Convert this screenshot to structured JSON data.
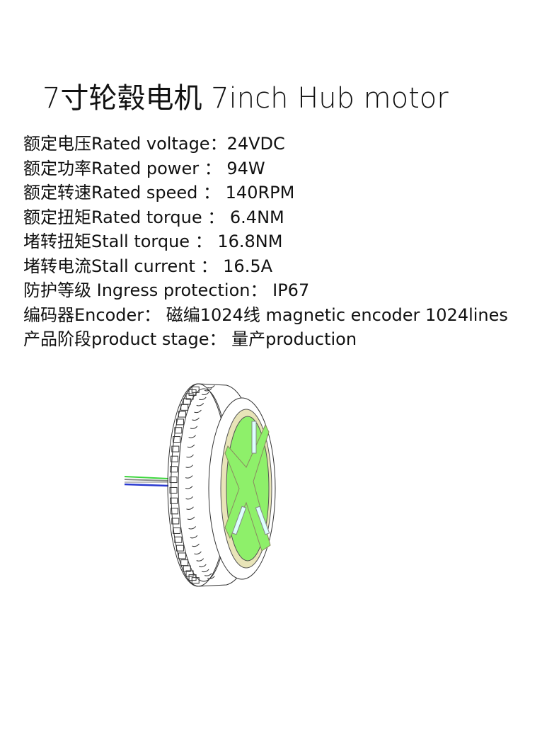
{
  "title": "7寸轮毂电机 7inch Hub motor",
  "specs": [
    "额定电压Rated voltage：24VDC",
    "额定功率Rated power  ：  94W",
    "额定转速Rated speed  ：  140RPM",
    "额定扭矩Rated torque  ：  6.4NM",
    "堵转扭矩Stall torque   ：  16.8NM",
    "堵转电流Stall current   ：  16.5A",
    "防护等级 Ingress protection：  IP67",
    "编码器Encoder：  磁编1024线 magnetic encoder 1024lines",
    "产品阶段product stage：  量产production"
  ],
  "colors": {
    "hub": "#8ef06a",
    "rim": "#e8e4b8",
    "cable_green": "#3cd63c",
    "cable_blue": "#2a3ad0",
    "cable_gray": "#888888"
  }
}
